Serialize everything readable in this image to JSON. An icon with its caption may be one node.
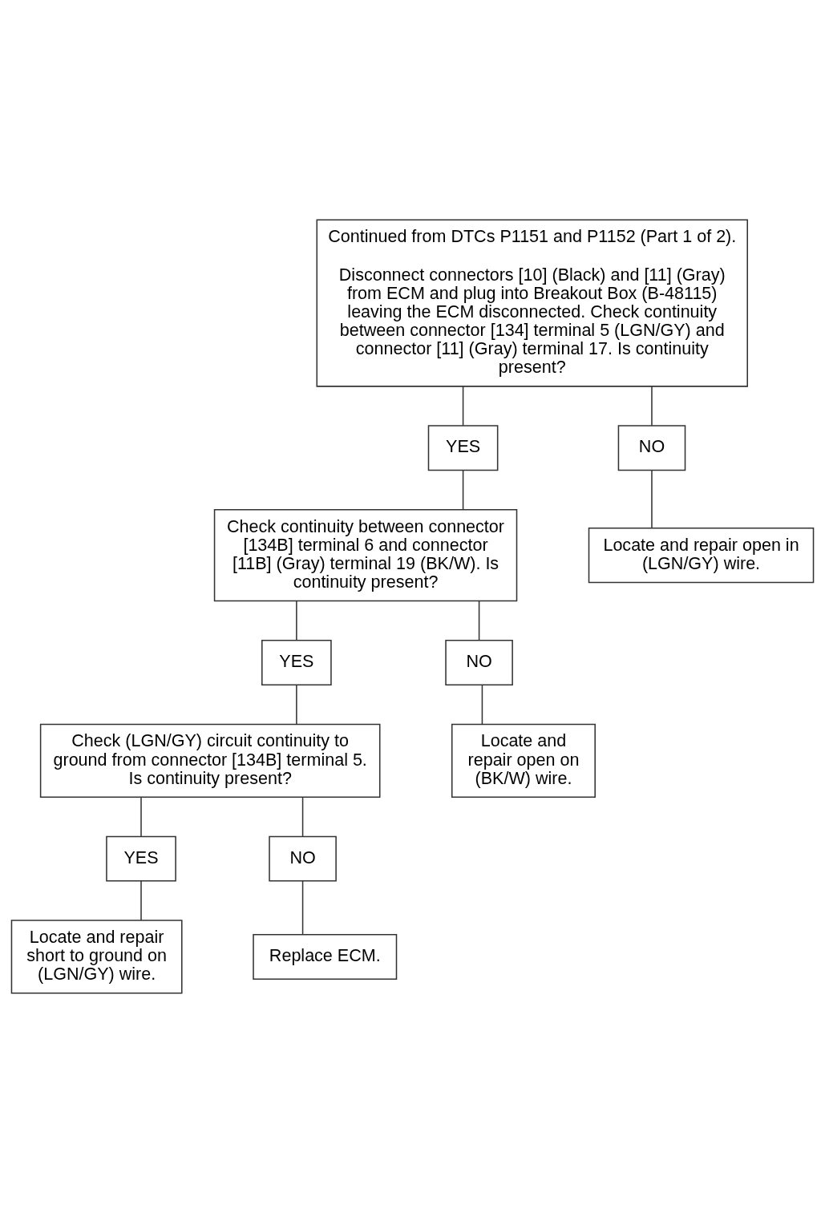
{
  "diagram": {
    "nodes": [
      {
        "text": [
          "Continued from DTCs P1151 and P1152 (Part 1 of 2).",
          "Disconnect connectors [10] (Black) and [11] (Gray) from ECM and plug into Breakout Box (B-48115) leaving the ECM disconnected. Check continuity between connector [134] terminal 5 (LGN/GY) and connector [11] (Gray) terminal 17. Is continuity present?"
        ]
      },
      {
        "text": [
          "YES"
        ]
      },
      {
        "text": [
          "NO"
        ]
      },
      {
        "text": [
          "Check continuity between connector [134B] terminal 6 and connector [11B] (Gray) terminal 19 (BK/W). Is continuity present?"
        ]
      },
      {
        "text": [
          "Locate and repair open in (LGN/GY) wire."
        ]
      },
      {
        "text": [
          "YES"
        ]
      },
      {
        "text": [
          "NO"
        ]
      },
      {
        "text": [
          "Check (LGN/GY) circuit continuity to ground from connector [134B] terminal 5. Is continuity present?"
        ]
      },
      {
        "text": [
          "Locate and repair open on (BK/W) wire."
        ]
      },
      {
        "text": [
          "YES"
        ]
      },
      {
        "text": [
          "NO"
        ]
      },
      {
        "text": [
          "Locate and repair short to ground on (LGN/GY) wire."
        ]
      },
      {
        "text": [
          "Replace ECM."
        ]
      }
    ],
    "edges": [
      {
        "from": 0,
        "to": 1,
        "arrow": "none"
      },
      {
        "from": 0,
        "to": 2,
        "arrow": "none"
      },
      {
        "from": 1,
        "to": 3,
        "arrow": "none"
      },
      {
        "from": 2,
        "to": 4,
        "arrow": "none"
      },
      {
        "from": 3,
        "to": 5,
        "arrow": "none"
      },
      {
        "from": 3,
        "to": 6,
        "arrow": "none"
      },
      {
        "from": 5,
        "to": 7,
        "arrow": "none"
      },
      {
        "from": 6,
        "to": 8,
        "arrow": "none"
      },
      {
        "from": 7,
        "to": 9,
        "arrow": "none"
      },
      {
        "from": 7,
        "to": 10,
        "arrow": "none"
      },
      {
        "from": 9,
        "to": 11,
        "arrow": "none"
      },
      {
        "from": 10,
        "to": 12,
        "arrow": "none"
      }
    ]
  }
}
